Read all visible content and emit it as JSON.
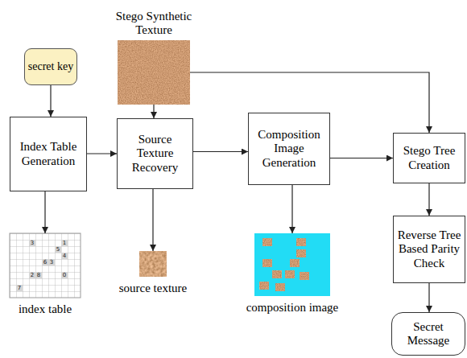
{
  "diagram": {
    "nodes": [
      {
        "text": [
          "secret key"
        ]
      },
      {
        "text": [
          "Stego Synthetic Texture"
        ]
      },
      {
        "text": [
          "Index Table Generation"
        ]
      },
      {
        "text": [
          "Source Texture Recovery"
        ]
      },
      {
        "text": [
          "Composition Image Generation"
        ]
      },
      {
        "text": [
          "Stego Tree Creation"
        ]
      },
      {
        "text": [
          "index table"
        ]
      },
      {
        "text": [
          "source texture"
        ]
      },
      {
        "text": [
          "composition image"
        ]
      },
      {
        "text": [
          "Reverse Tree Based Parity Check"
        ]
      },
      {
        "text": [
          "Secret Message"
        ]
      }
    ],
    "edges": [
      {
        "from": 0,
        "to": 2,
        "arrow": "to"
      },
      {
        "from": 2,
        "to": 3,
        "arrow": "to"
      },
      {
        "from": 1,
        "to": 3,
        "arrow": "to"
      },
      {
        "from": 3,
        "to": 4,
        "arrow": "to"
      },
      {
        "from": 4,
        "to": 5,
        "arrow": "to"
      },
      {
        "from": 1,
        "to": 5,
        "arrow": "to"
      },
      {
        "from": 2,
        "to": 6,
        "arrow": "to"
      },
      {
        "from": 3,
        "to": 7,
        "arrow": "to"
      },
      {
        "from": 4,
        "to": 8,
        "arrow": "to"
      },
      {
        "from": 5,
        "to": 9,
        "arrow": "to"
      },
      {
        "from": 9,
        "to": 10,
        "arrow": "to"
      }
    ],
    "labels": [
      "3",
      "1",
      "5",
      "4",
      "6",
      "3",
      "2",
      "8",
      "0",
      "7"
    ]
  }
}
